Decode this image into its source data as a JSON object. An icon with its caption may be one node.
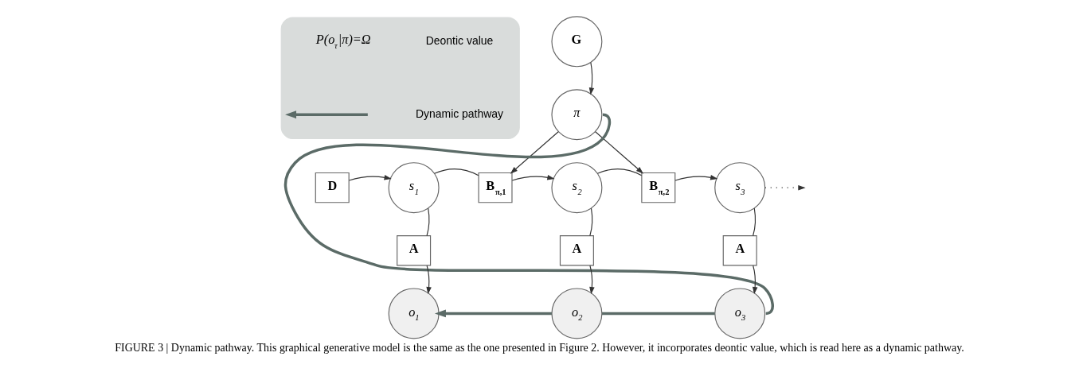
{
  "diagram": {
    "caption": "FIGURE 3 | Dynamic pathway. This graphical generative model is the same as the one presented in Figure 2. However, it incorporates deontic value, which is read here as a dynamic pathway.",
    "nodes": [
      {
        "text": [
          "G"
        ]
      },
      {
        "text": [
          "π"
        ]
      },
      {
        "text": [
          "D"
        ]
      },
      {
        "text": [
          "s$_{1}$"
        ]
      },
      {
        "text": [
          "B$_{π,1}$"
        ]
      },
      {
        "text": [
          "s$_{2}$"
        ]
      },
      {
        "text": [
          "B$_{π,2}$"
        ]
      },
      {
        "text": [
          "s$_{3}$"
        ]
      },
      {
        "text": [
          "A"
        ]
      },
      {
        "text": [
          "A"
        ]
      },
      {
        "text": [
          "A"
        ]
      },
      {
        "text": [
          "o$_{1}$"
        ]
      },
      {
        "text": [
          "o$_{2}$"
        ]
      },
      {
        "text": [
          "o$_{3}$"
        ]
      },
      {
        "text": [],
        "shape": "box"
      }
    ],
    "edges": [
      {
        "from": 0,
        "to": 1,
        "arrow": "to"
      },
      {
        "from": 1,
        "to": 4,
        "arrow": "to"
      },
      {
        "from": 1,
        "to": 6,
        "arrow": "to"
      },
      {
        "from": 2,
        "to": 3,
        "arrow": "to"
      },
      {
        "from": 3,
        "to": 4,
        "arrow": "none"
      },
      {
        "from": 4,
        "to": 5,
        "arrow": "to"
      },
      {
        "from": 5,
        "to": 6,
        "arrow": "none"
      },
      {
        "from": 6,
        "to": 7,
        "arrow": "to"
      },
      {
        "from": 7,
        "to": null,
        "arrow": "to",
        "style": "dashed"
      },
      {
        "from": 3,
        "to": 8,
        "arrow": "none"
      },
      {
        "from": 8,
        "to": 11,
        "arrow": "to"
      },
      {
        "from": 5,
        "to": 9,
        "arrow": "none"
      },
      {
        "from": 9,
        "to": 12,
        "arrow": "to"
      },
      {
        "from": 7,
        "to": 10,
        "arrow": "none"
      },
      {
        "from": 10,
        "to": 13,
        "arrow": "to"
      },
      {
        "from": 1,
        "to": 13,
        "arrow": "none",
        "style": "thick",
        "color": "#5b6b67"
      },
      {
        "from": 13,
        "to": 12,
        "arrow": "none",
        "style": "thick",
        "color": "#5b6b67"
      },
      {
        "from": 12,
        "to": 11,
        "arrow": "to",
        "style": "thick",
        "color": "#5b6b67"
      }
    ],
    "labels": [
      "P(o$_{τ}$|π)=Ω"
    ],
    "legend": [
      {
        "text": "Deontic value"
      },
      {
        "text": "Dynamic pathway"
      }
    ]
  }
}
